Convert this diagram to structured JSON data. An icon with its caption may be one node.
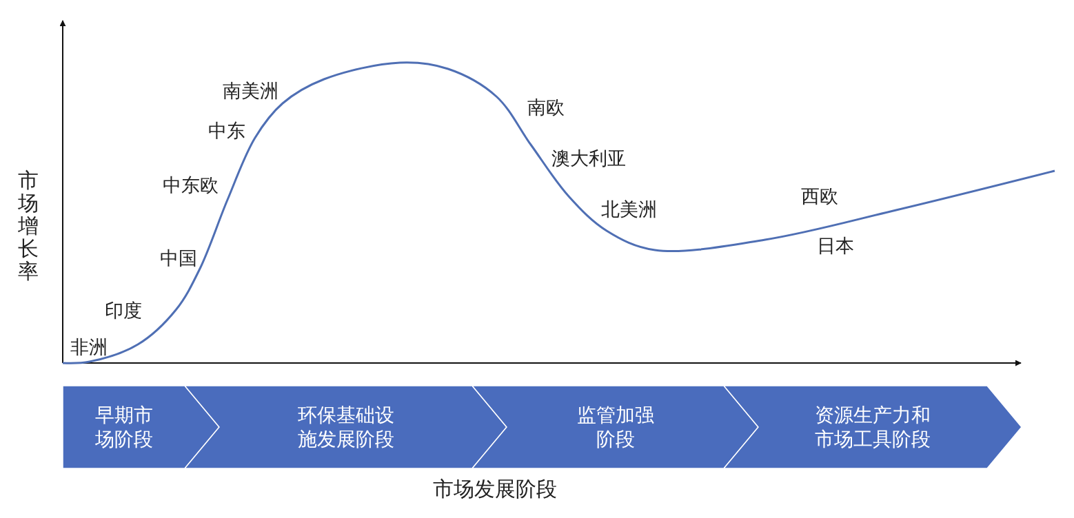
{
  "diagram": {
    "nodes": [
      {
        "text": [
          "早期市场阶段"
        ]
      },
      {
        "text": [
          "环保基础设施发展阶段"
        ]
      },
      {
        "text": [
          "监管加强阶段"
        ]
      },
      {
        "text": [
          "资源生产力和市场工具阶段"
        ]
      }
    ],
    "edges": [],
    "labels": [
      "市场增长率",
      "南美洲",
      "中东",
      "中东欧",
      "中国",
      "印度",
      "非洲",
      "南欧",
      "澳大利亚",
      "北美洲",
      "西欧",
      "日本",
      "市场发展阶段"
    ]
  }
}
